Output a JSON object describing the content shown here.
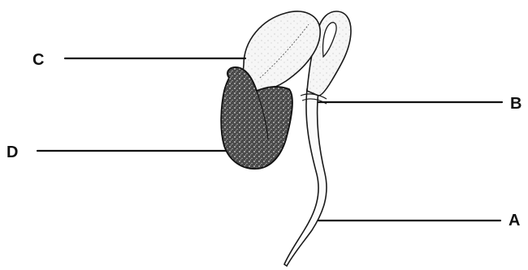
{
  "labels": {
    "a": "A",
    "b": "B",
    "c": "C",
    "d": "D"
  },
  "colors": {
    "ink": "#111111",
    "seed_coat_fill": "#555555",
    "cotyledon_fill": "#f4f4f4",
    "background": "#ffffff"
  }
}
